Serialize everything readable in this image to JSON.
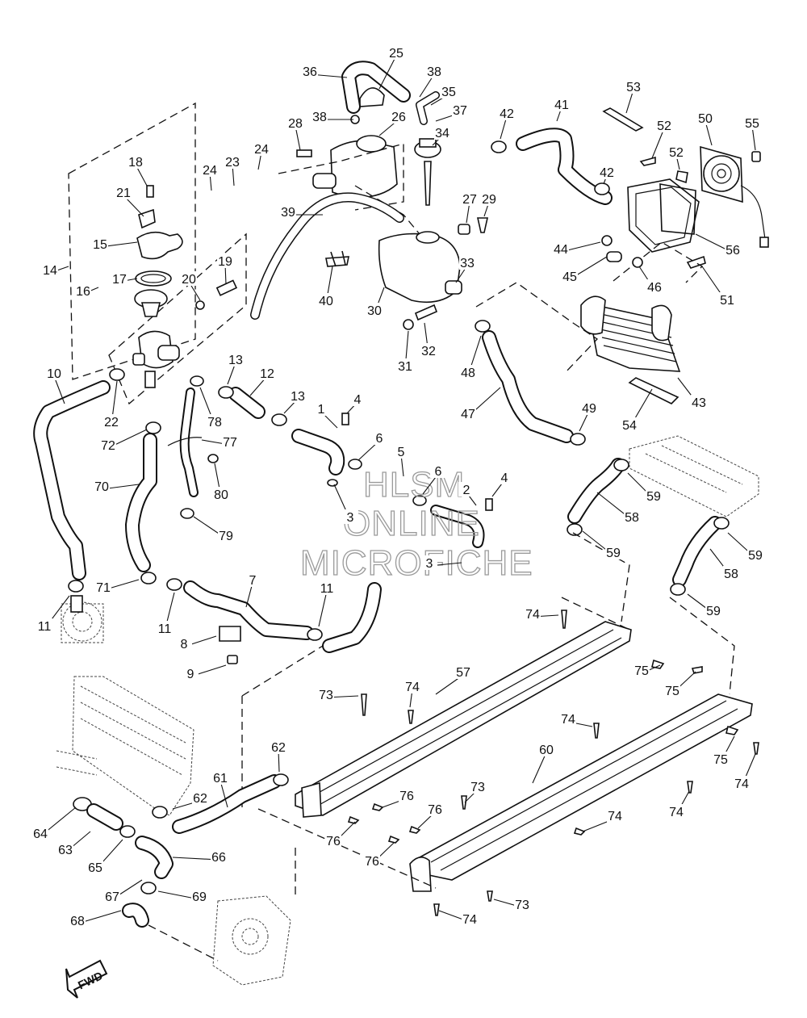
{
  "diagram": {
    "watermark": [
      "HLSM",
      "ONLINE",
      "MICROFICHE"
    ],
    "fwd_label": "FWD",
    "callouts": [
      "1",
      "2",
      "3",
      "3",
      "4",
      "4",
      "5",
      "6",
      "6",
      "7",
      "8",
      "9",
      "10",
      "11",
      "11",
      "11",
      "12",
      "13",
      "13",
      "14",
      "15",
      "16",
      "17",
      "18",
      "19",
      "20",
      "21",
      "22",
      "23",
      "24",
      "24",
      "25",
      "26",
      "27",
      "28",
      "29",
      "30",
      "31",
      "32",
      "33",
      "34",
      "35",
      "36",
      "37",
      "38",
      "38",
      "39",
      "40",
      "41",
      "42",
      "42",
      "43",
      "44",
      "45",
      "46",
      "47",
      "48",
      "49",
      "50",
      "51",
      "52",
      "52",
      "53",
      "54",
      "55",
      "56",
      "57",
      "58",
      "58",
      "59",
      "59",
      "59",
      "59",
      "60",
      "61",
      "62",
      "62",
      "63",
      "64",
      "65",
      "66",
      "67",
      "68",
      "69",
      "70",
      "71",
      "72",
      "73",
      "73",
      "73",
      "74",
      "74",
      "74",
      "74",
      "74",
      "74",
      "74",
      "75",
      "75",
      "75",
      "76",
      "76",
      "76",
      "76",
      "77",
      "78",
      "79",
      "80"
    ]
  }
}
